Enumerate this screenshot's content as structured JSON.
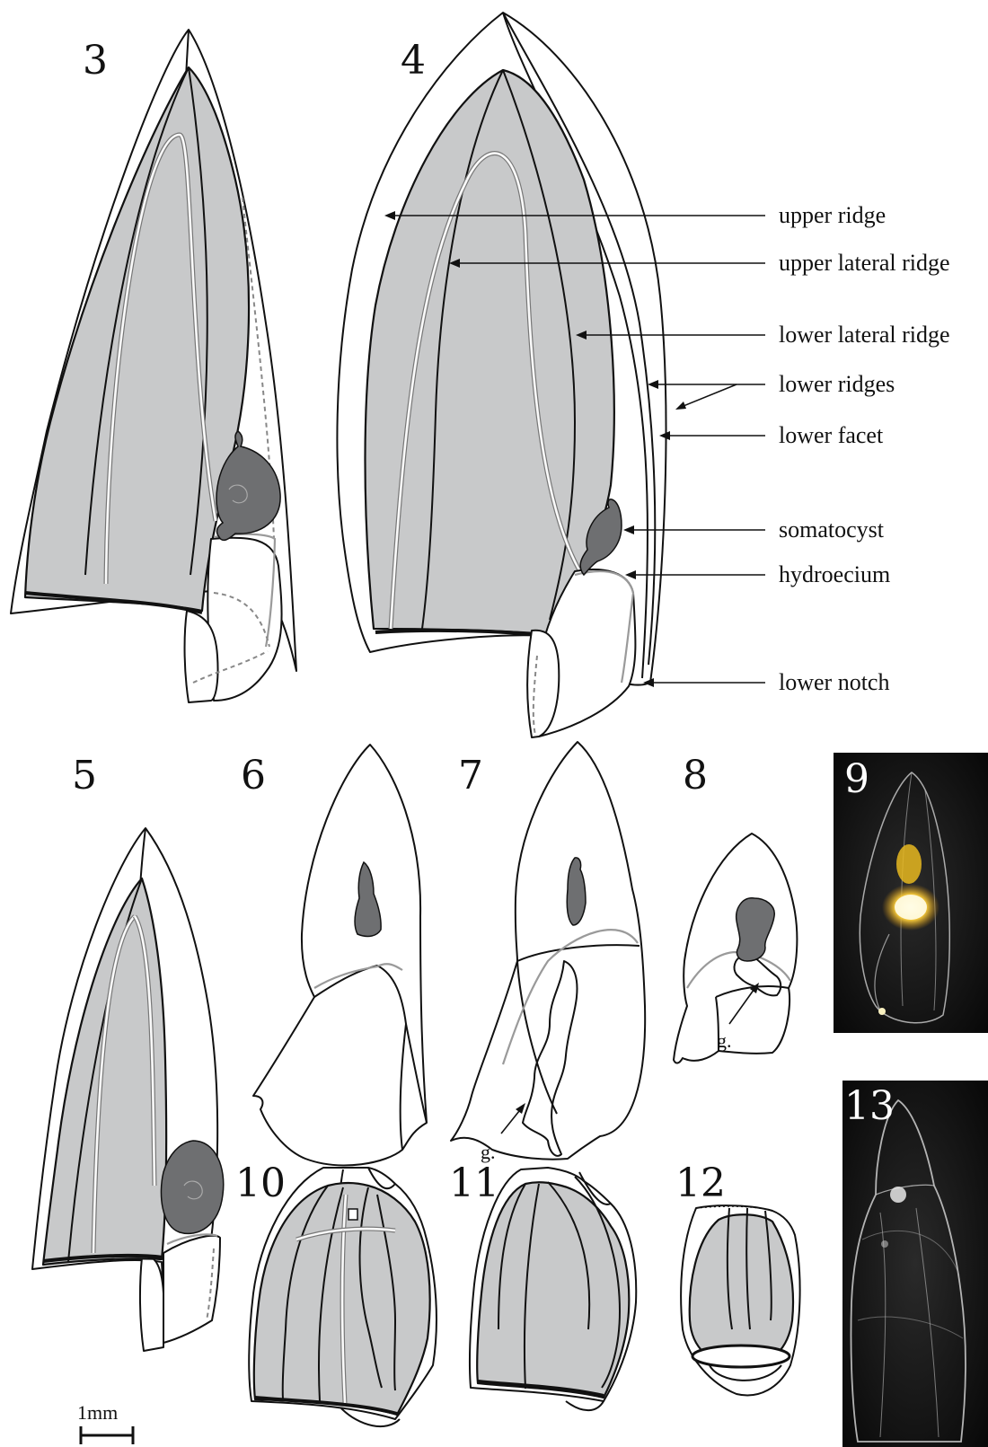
{
  "figure_numbers": {
    "f3": "3",
    "f4": "4",
    "f5": "5",
    "f6": "6",
    "f7": "7",
    "f8": "8",
    "f9": "9",
    "f10": "10",
    "f11": "11",
    "f12": "12",
    "f13": "13"
  },
  "labels": {
    "upper_ridge": "upper ridge",
    "upper_lateral_ridge": "upper lateral ridge",
    "lower_lateral_ridge": "lower lateral ridge",
    "lower_ridges": "lower ridges",
    "lower_facet": "lower facet",
    "somatocyst": "somatocyst",
    "hydroecium": "hydroecium",
    "lower_notch": "lower notch"
  },
  "gonophore_label": "g.",
  "scale_bar": {
    "label": "1mm"
  },
  "colors": {
    "nectosac": "#c8c9ca",
    "somatocyst": "#6e6f71",
    "hydroecium_line": "#9a9a9a",
    "photo_background": "#121212"
  }
}
